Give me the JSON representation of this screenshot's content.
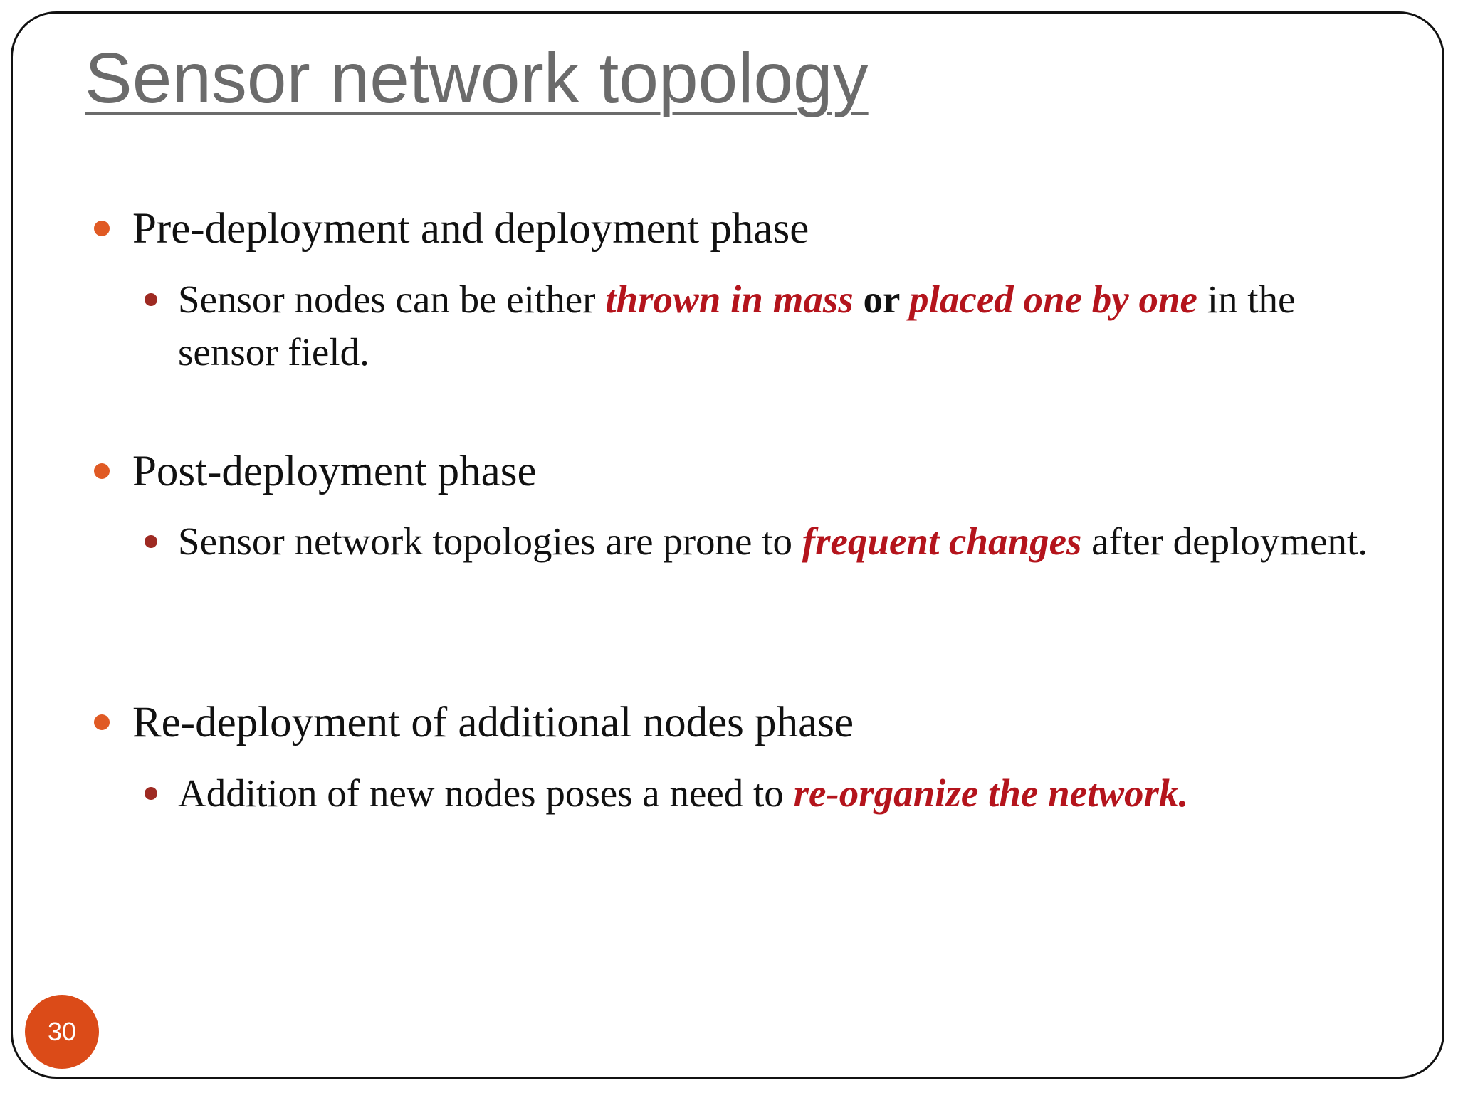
{
  "slide": {
    "title": "Sensor network topology",
    "page_number": "30"
  },
  "colors": {
    "title": "#6b6b6b",
    "bullet_level1": "#e05a24",
    "bullet_level2": "#9e2a22",
    "emphasis": "#b4141c",
    "page_badge": "#db4b18",
    "text": "#111111"
  },
  "sections": [
    {
      "heading": "Pre-deployment and deployment phase",
      "detail": {
        "part1": "Sensor nodes can be either ",
        "emph1": "thrown in mass",
        "part2": " or ",
        "emph2": "placed one by one",
        "part3": " in the sensor field."
      }
    },
    {
      "heading": "Post-deployment phase",
      "detail": {
        "part1": "Sensor network topologies are prone to ",
        "emph1": "frequent changes",
        "part2": " after deployment."
      }
    },
    {
      "heading": "Re-deployment of additional nodes phase",
      "detail": {
        "part1": "Addition of new nodes poses a need to ",
        "emph1": "re-organize the network",
        "part2": "."
      }
    }
  ]
}
